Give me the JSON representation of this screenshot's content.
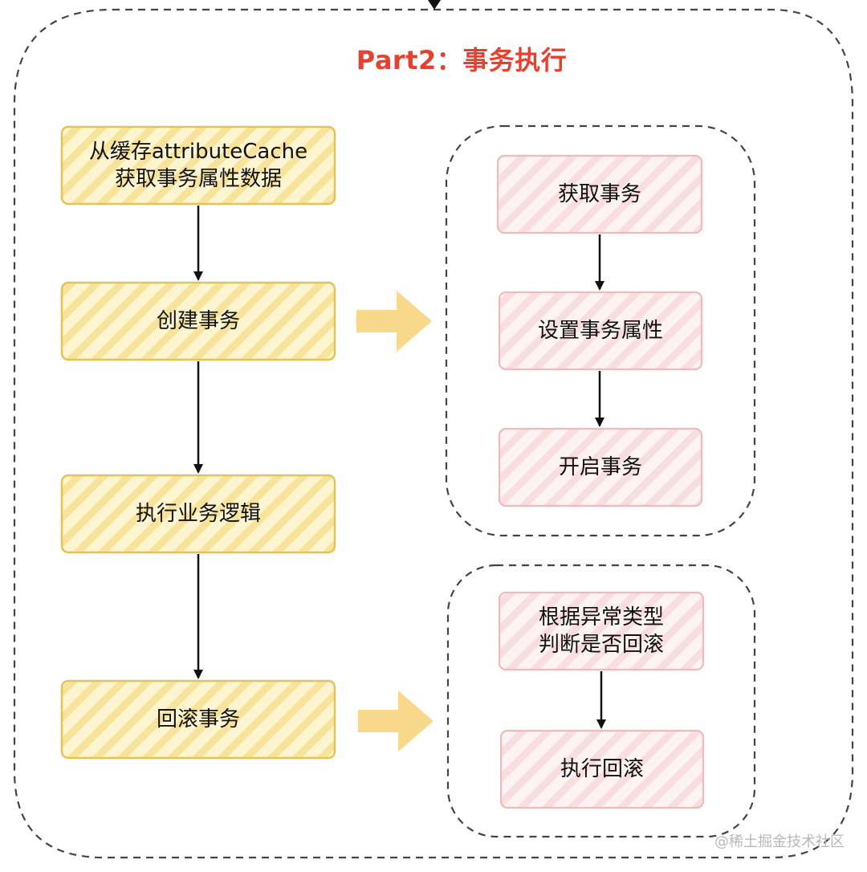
{
  "title": "Part2：事务执行",
  "main_flow": {
    "step1": {
      "line1": "从缓存attributeCache",
      "line2": "获取事务属性数据"
    },
    "step2": "创建事务",
    "step3": "执行业务逻辑",
    "step4": "回滚事务"
  },
  "create_detail": {
    "step1": "获取事务",
    "step2": "设置事务属性",
    "step3": "开启事务"
  },
  "rollback_detail": {
    "step1": {
      "line1": "根据异常类型",
      "line2": "判断是否回滚"
    },
    "step2": "执行回滚"
  },
  "watermark": "@稀土掘金技术社区",
  "colors": {
    "title": "#e8402f",
    "yellow_fill": "#fdf3c4",
    "yellow_hatch": "#f6e08f",
    "yellow_stroke": "#e0c050",
    "pink_fill": "#fdeff0",
    "pink_hatch": "#f6d6d8",
    "pink_stroke": "#f1b6b8",
    "big_arrow": "#f8d890",
    "border": "#444444"
  }
}
